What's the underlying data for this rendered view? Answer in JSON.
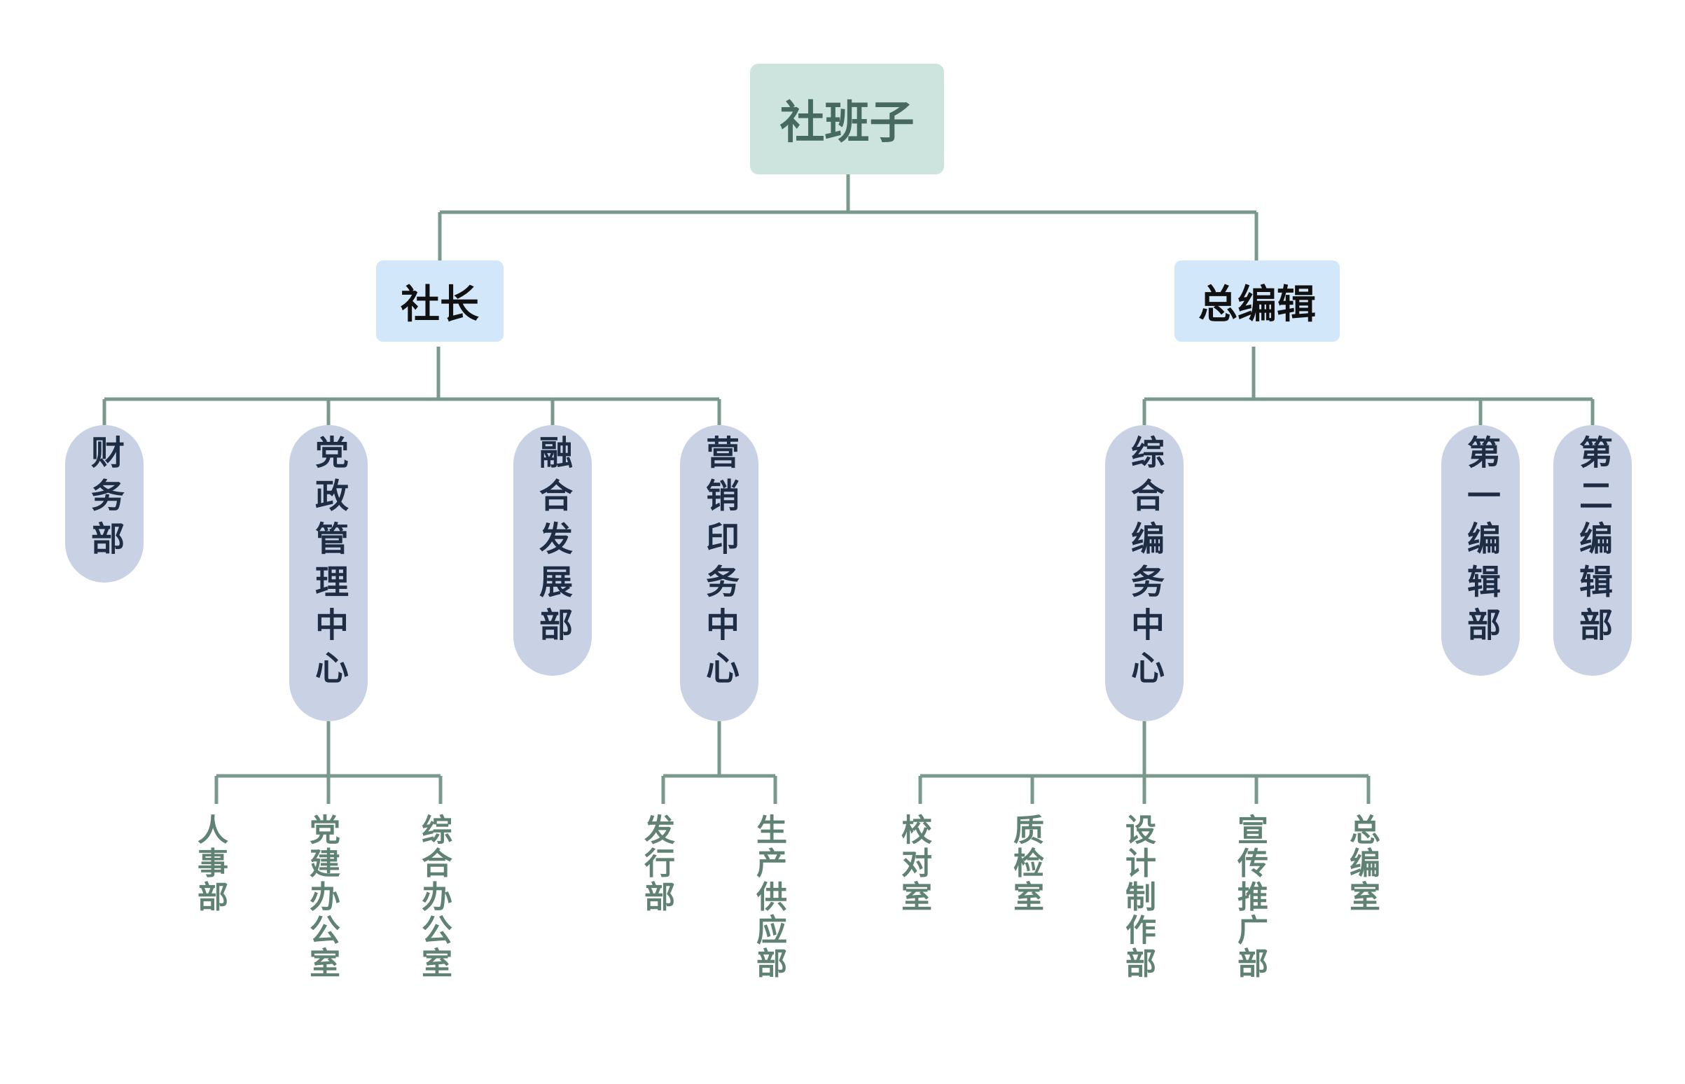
{
  "root": {
    "label": "社班子"
  },
  "level1": [
    {
      "label": "社长"
    },
    {
      "label": "总编辑"
    }
  ],
  "departments": [
    {
      "label": "财务部"
    },
    {
      "label": "党政管理中心"
    },
    {
      "label": "融合发展部"
    },
    {
      "label": "营销印务中心"
    },
    {
      "label": "综合编务中心"
    },
    {
      "label": "第一编辑部"
    },
    {
      "label": "第二编辑部"
    }
  ],
  "offices": [
    {
      "label": "人事部"
    },
    {
      "label": "党建办公室"
    },
    {
      "label": "综合办公室"
    },
    {
      "label": "发行部"
    },
    {
      "label": "生产供应部"
    },
    {
      "label": "校对室"
    },
    {
      "label": "质检室"
    },
    {
      "label": "设计制作部"
    },
    {
      "label": "宣传推广部"
    },
    {
      "label": "总编室"
    }
  ],
  "colors": {
    "connector": "#7a998d",
    "root_fill": "#cde3dd",
    "level1_fill": "#d3e7fb",
    "pill_fill": "#c9d2e5",
    "leaf_text": "#5f8274"
  }
}
